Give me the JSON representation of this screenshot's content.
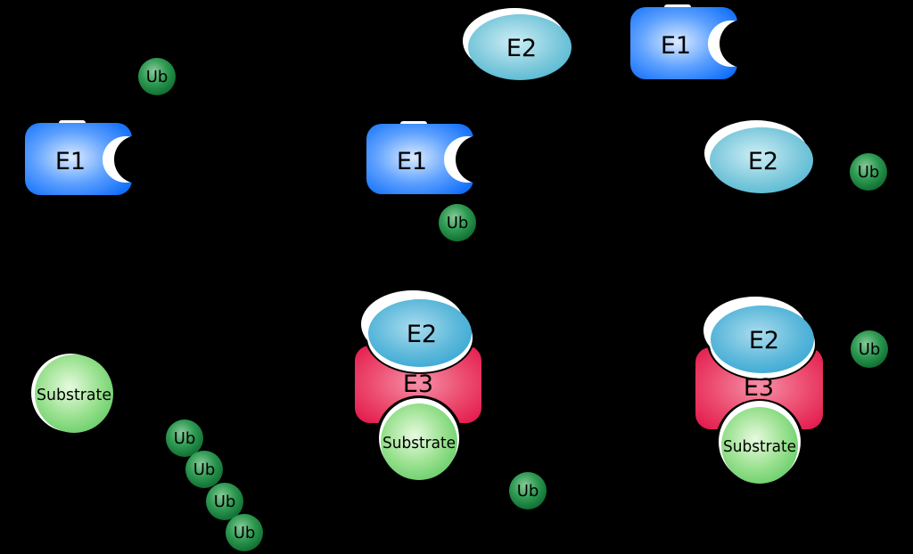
{
  "diagram": {
    "title": "ubiquitination-pathway",
    "background": "#000000",
    "text_color": "#000000",
    "highlight_color": "#ffffff",
    "labels": {
      "e1": "E1",
      "e2": "E2",
      "e3": "E3",
      "ub": "Ub",
      "substrate": "Substrate"
    },
    "counts": {
      "e1_shapes": 3,
      "e2_shapes": 4,
      "e3_shapes": 2,
      "ub_shapes": 9,
      "substrate_shapes": 3
    },
    "colors": {
      "e1": {
        "center": "#dcebff",
        "mid": "#5ea1ff",
        "edge": "#0568f8"
      },
      "e2_top": {
        "center": "#cdeef5",
        "mid": "#7ec9dc",
        "edge": "#43b1ce"
      },
      "e2_bottom": {
        "center": "#aadcee",
        "mid": "#5cb8da",
        "edge": "#2aa0d2"
      },
      "e3": {
        "center": "#f590a8",
        "mid": "#ec4a6e",
        "edge": "#e2164a"
      },
      "substrate": {
        "center": "#e8fadf",
        "mid": "#97e08d",
        "edge": "#58c75d"
      },
      "ub": {
        "center": "#8bca9a",
        "mid": "#2f9b53",
        "edge": "#056127"
      }
    }
  }
}
